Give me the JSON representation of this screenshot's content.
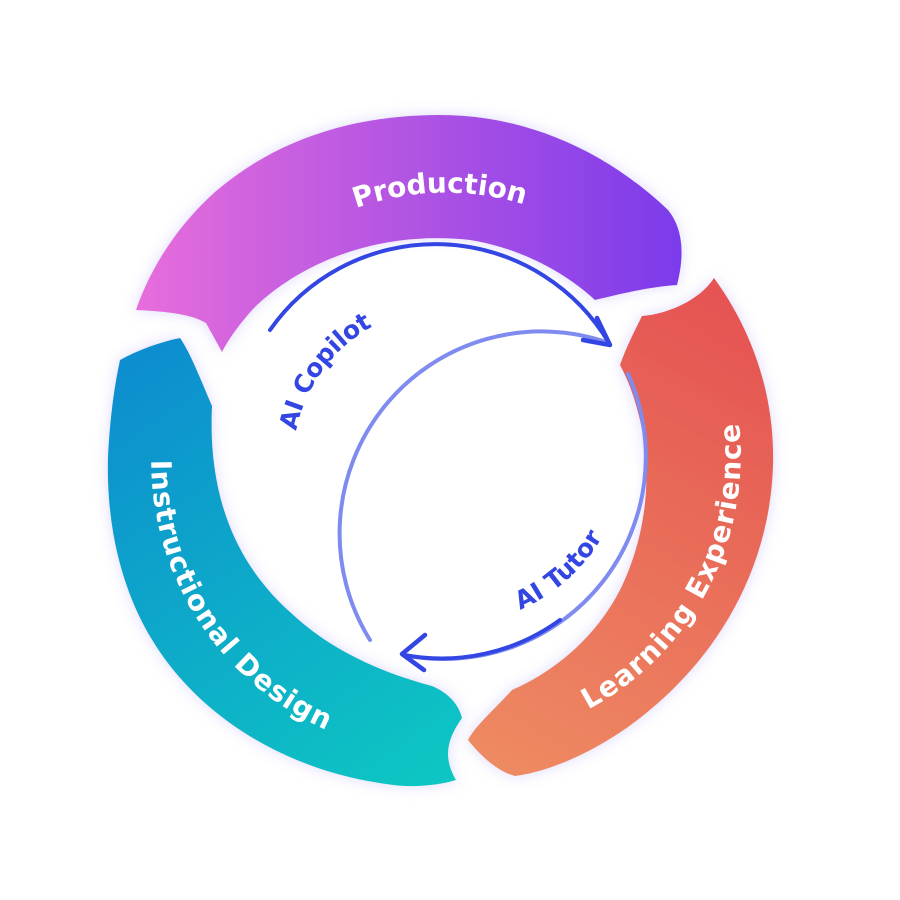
{
  "segments": [
    {
      "label": "Production",
      "color_start": "#E66DDB",
      "color_end": "#7C3BEB"
    },
    {
      "label": "Learning Experience",
      "color_start": "#EE8A62",
      "color_end": "#E55352"
    },
    {
      "label": "Instructional Design",
      "color_start": "#0FC5C3",
      "color_end": "#0C8FCF"
    }
  ],
  "inner_cycle": {
    "upper_label": "AI Copilot",
    "lower_label": "AI Tutor",
    "color": "#3346E3",
    "color_light": "#7F8BEF"
  }
}
